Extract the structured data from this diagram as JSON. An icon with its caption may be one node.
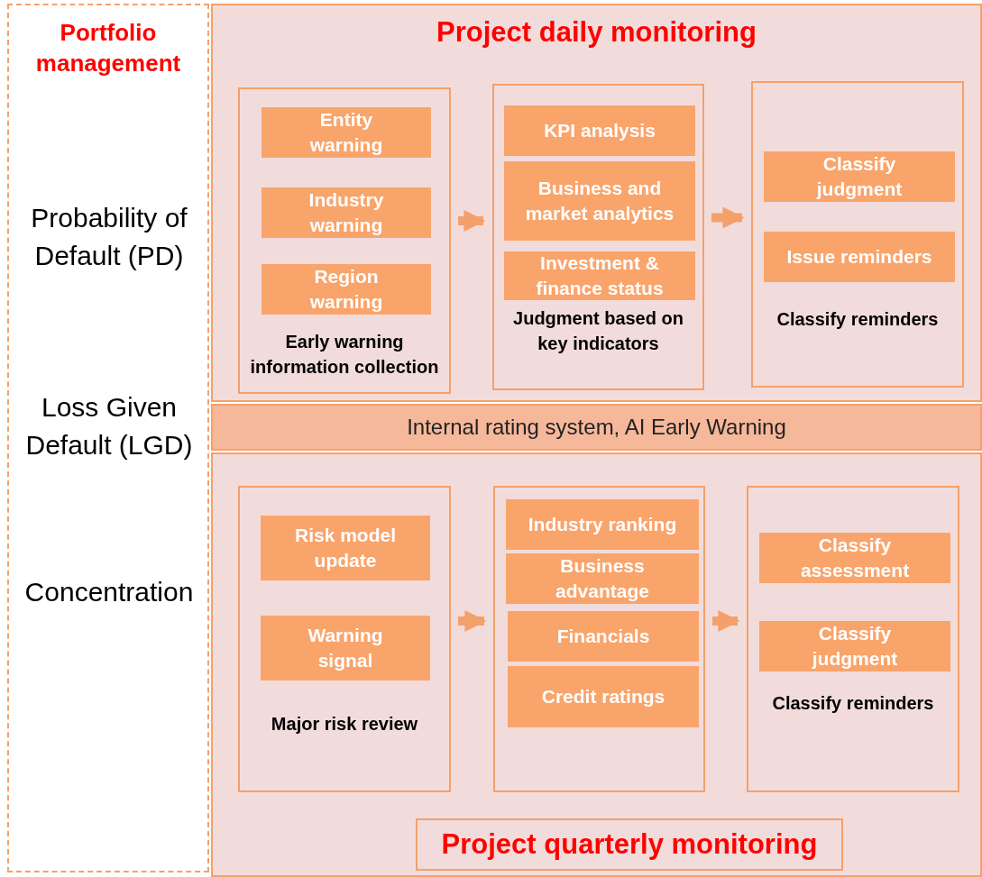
{
  "diagram": {
    "nodes": [
      {
        "text": [
          "Portfolio management",
          "Probability of Default (PD)",
          "Loss Given Default (LGD)",
          "Concentration"
        ]
      },
      {
        "text": [
          "Project daily monitoring"
        ]
      },
      {
        "text": [
          "Early warning information collection"
        ],
        "in": 1
      },
      {
        "text": [
          "Entity warning"
        ],
        "in": 2
      },
      {
        "text": [
          "Industry warning"
        ],
        "in": 2
      },
      {
        "text": [
          "Region warning"
        ],
        "in": 2
      },
      {
        "text": [
          "Judgment based on key indicators"
        ],
        "in": 1
      },
      {
        "text": [
          "KPI analysis"
        ],
        "in": 6
      },
      {
        "text": [
          "Business and market analytics"
        ],
        "in": 6
      },
      {
        "text": [
          "Investment & finance status"
        ],
        "in": 6
      },
      {
        "text": [
          "Classify reminders"
        ],
        "in": 1
      },
      {
        "text": [
          "Classify judgment"
        ],
        "in": 10
      },
      {
        "text": [
          "Issue reminders"
        ],
        "in": 10
      },
      {
        "text": [
          "Internal rating system, AI Early Warning"
        ]
      },
      {
        "text": [
          "Project quarterly monitoring"
        ]
      },
      {
        "text": [
          "Major risk review"
        ],
        "in": 14
      },
      {
        "text": [
          "Risk model update"
        ],
        "in": 15
      },
      {
        "text": [
          "Warning signal"
        ],
        "in": 15
      },
      {
        "text": [],
        "shape": "box",
        "in": 14
      },
      {
        "text": [
          "Industry ranking"
        ],
        "in": 18
      },
      {
        "text": [
          "Business advantage"
        ],
        "in": 18
      },
      {
        "text": [
          "Financials"
        ],
        "in": 18
      },
      {
        "text": [
          "Credit ratings"
        ],
        "in": 18
      },
      {
        "text": [
          "Classify reminders"
        ],
        "in": 14
      },
      {
        "text": [
          "Classify assessment"
        ],
        "in": 23
      },
      {
        "text": [
          "Classify judgment"
        ],
        "in": 23
      }
    ],
    "edges": [
      {
        "from": 2,
        "to": 6,
        "arrow": "to"
      },
      {
        "from": 6,
        "to": 10,
        "arrow": "to"
      },
      {
        "from": 15,
        "to": 18,
        "arrow": "to"
      },
      {
        "from": 18,
        "to": 23,
        "arrow": "to"
      }
    ]
  }
}
